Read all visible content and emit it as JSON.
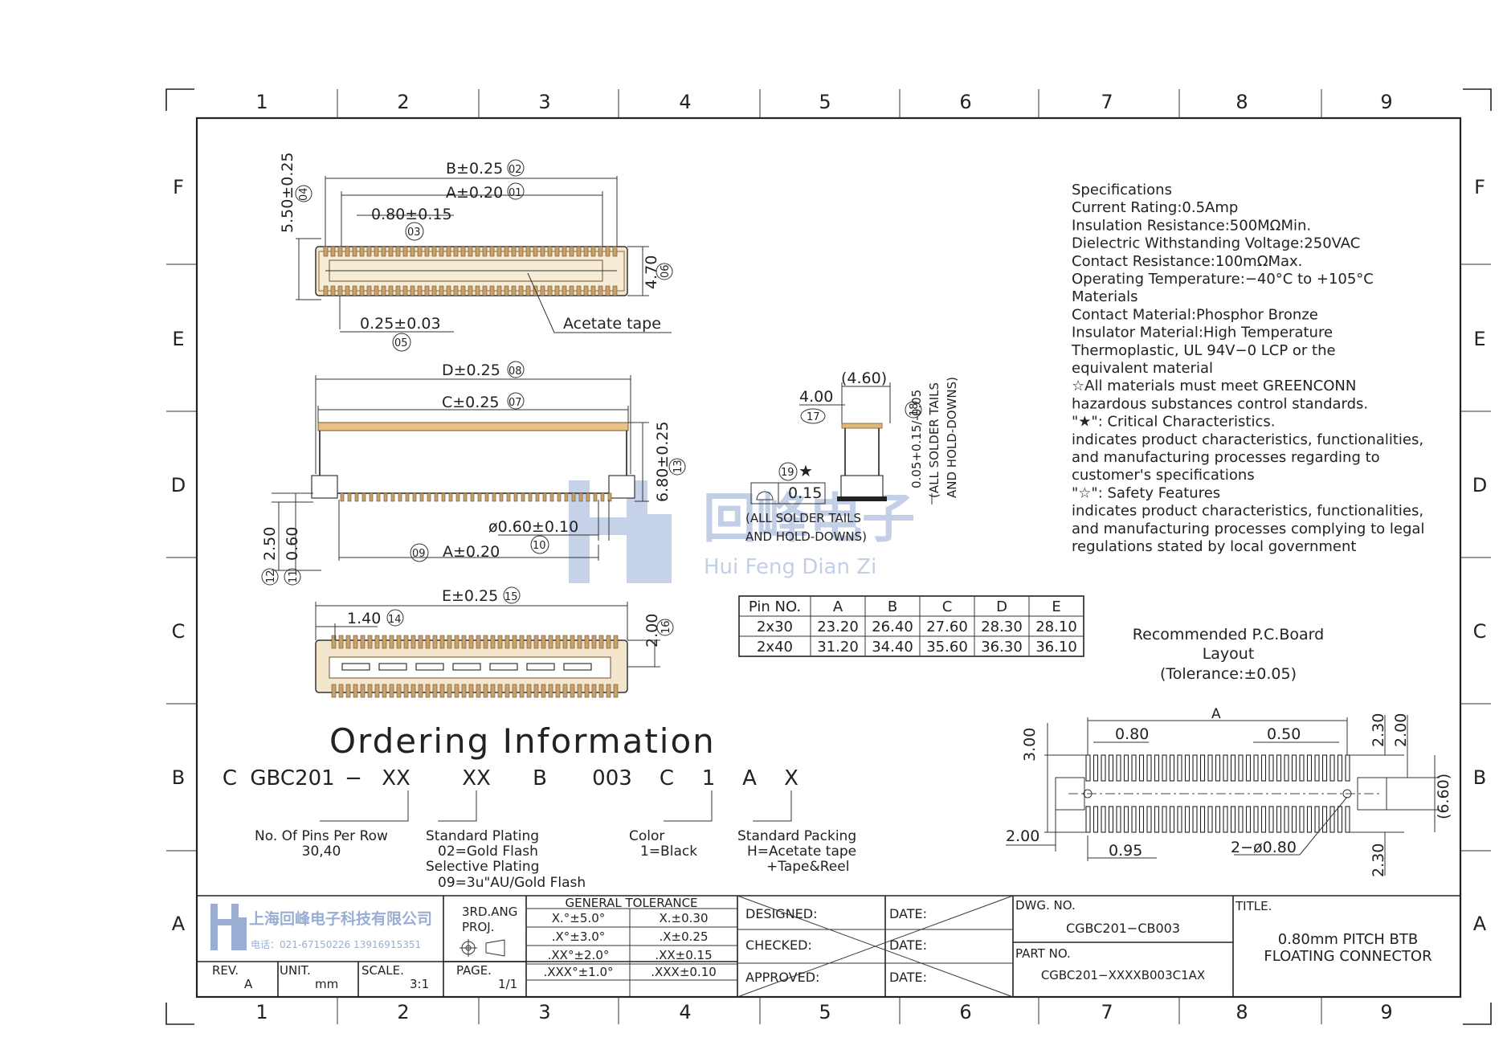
{
  "frame": {
    "columns": [
      "1",
      "2",
      "3",
      "4",
      "5",
      "6",
      "7",
      "8",
      "9"
    ],
    "rows": [
      "F",
      "E",
      "D",
      "C",
      "B",
      "A"
    ]
  },
  "top_view": {
    "dim_b": "B±0.25",
    "dim_b_ref": "02",
    "dim_a": "A±0.20",
    "dim_a_ref": "01",
    "pitch": "0.80±0.15",
    "pitch_ref": "03",
    "height": "5.50±0.25",
    "height_ref": "04",
    "width": "4.70",
    "width_ref": "06",
    "pin_width": "0.25±0.03",
    "pin_width_ref": "05",
    "tape_label": "Acetate tape"
  },
  "side_view": {
    "dim_d": "D±0.25",
    "dim_d_ref": "08",
    "dim_c": "C±0.25",
    "dim_c_ref": "07",
    "height": "6.80±0.25",
    "height_ref": "13",
    "post": "ø0.60±0.10",
    "post_ref": "10",
    "dim_a": "A±0.20",
    "dim_a_ref": "09",
    "h1": "2.50",
    "h1_ref": "12",
    "h2": "0.60",
    "h2_ref": "11"
  },
  "bottom_view": {
    "dim_e": "E±0.25",
    "dim_e_ref": "15",
    "offset": "1.40",
    "offset_ref": "14",
    "height": "2.00",
    "height_ref": "16"
  },
  "end_view": {
    "width": "(4.60)",
    "inner": "4.00",
    "inner_ref": "17",
    "standoff": "0.05+0.15/-0.05",
    "standoff_ref": "18",
    "note_v1": "(ALL SOLDER TAILS",
    "note_v2": "AND HOLD-DOWNS)",
    "flatness": "0.15",
    "flat_ref": "19",
    "note_h1": "(ALL SOLDER TAILS",
    "note_h2": "AND HOLD-DOWNS)"
  },
  "specs": [
    "Specifications",
    "Current  Rating:0.5Amp",
    "Insulation  Resistance:500MΩMin.",
    "Dielectric  Withstanding  Voltage:250VAC",
    "Contact  Resistance:100mΩMax.",
    "Operating  Temperature:−40°C  to  +105°C",
    "Materials",
    "Contact  Material:Phosphor  Bronze",
    "Insulator  Material:High  Temperature",
    "Thermoplastic,  UL  94V−0  LCP  or  the",
    "equivalent  material",
    "☆All  materials  must  meet  GREENCONN",
    "hazardous  substances  control  standards.",
    "\"★\":  Critical  Characteristics.",
    "indicates  product  characteristics,  functionalities,",
    "and  manufacturing  processes  regarding  to",
    "customer's  specifications",
    "\"☆\":  Safety  Features",
    "indicates  product  characteristics,  functionalities,",
    "and  manufacturing  processes  complying  to  legal",
    "regulations  stated  by  local  government"
  ],
  "pin_table": {
    "headers": [
      "Pin NO.",
      "A",
      "B",
      "C",
      "D",
      "E"
    ],
    "rows": [
      [
        "2x30",
        "23.20",
        "26.40",
        "27.60",
        "28.30",
        "28.10"
      ],
      [
        "2x40",
        "31.20",
        "34.40",
        "35.60",
        "36.30",
        "36.10"
      ]
    ]
  },
  "pcb_layout": {
    "title1": "Recommended  P.C.Board",
    "title2": "Layout",
    "title3": "(Tolerance:±0.05)",
    "dim_a": "A",
    "pitch": "0.80",
    "pad_w": "0.50",
    "h_top1": "2.30",
    "h_top2": "2.00",
    "h_total": "(6.60)",
    "h_bot": "2.30",
    "left_h": "3.00",
    "left_w": "2.00",
    "offset": "0.95",
    "hole": "2−ø0.80"
  },
  "ordering": {
    "title": "Ordering  Information",
    "code": [
      "C",
      "GBC201",
      "−",
      "XX",
      "XX",
      "B",
      "003",
      "C",
      "1",
      "A",
      "X"
    ],
    "pins_label1": "No.  Of  Pins  Per  Row",
    "pins_label2": "30,40",
    "plating1": "Standard  Plating",
    "plating2": "02=Gold  Flash",
    "plating3": "Selective  Plating",
    "plating4": "09=3u\"AU/Gold  Flash",
    "color1": "Color",
    "color2": "1=Black",
    "pack1": "Standard  Packing",
    "pack2": "H=Acetate  tape",
    "pack3": "+Tape&Reel"
  },
  "watermark": {
    "name": "回峰电子",
    "pinyin": "Hui Feng Dian Zi"
  },
  "title_block": {
    "company": "上海回峰电子科技有限公司",
    "phone": "电话：021-67150226  13916915351",
    "proj1": "3RD.ANG",
    "proj2": "PROJ.",
    "tol_title": "GENERAL  TOLERANCE",
    "tol": [
      [
        "X.°±5.0°",
        "X.±0.30"
      ],
      [
        ".X°±3.0°",
        ".X±0.25"
      ],
      [
        ".XX°±2.0°",
        ".XX±0.15"
      ],
      [
        ".XXX°±1.0°",
        ".XXX±0.10"
      ]
    ],
    "designed": "DESIGNED:",
    "checked": "CHECKED:",
    "approved": "APPROVED:",
    "date": "DATE:",
    "dwg_no_label": "DWG.  NO.",
    "dwg_no": "CGBC201−CB003",
    "part_no_label": "PART  NO.",
    "part_no": "CGBC201−XXXXB003C1AX",
    "title_label": "TITLE.",
    "title1": "0.80mm  PITCH  BTB",
    "title2": "FLOATING  CONNECTOR",
    "rev_label": "REV.",
    "rev": "A",
    "unit_label": "UNIT.",
    "unit": "mm",
    "scale_label": "SCALE.",
    "scale": "3:1",
    "page_label": "PAGE.",
    "page": "1/1"
  },
  "colors": {
    "pin": "#c9a26b",
    "body": "#f4e6cc",
    "watermark": "#aebfde",
    "line": "#222222"
  }
}
